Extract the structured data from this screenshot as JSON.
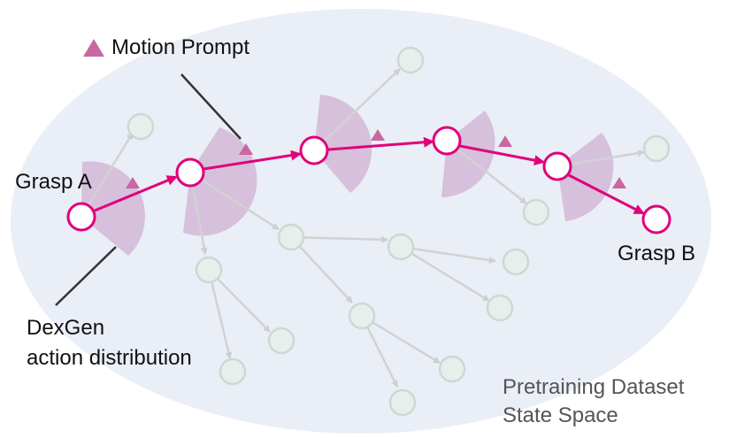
{
  "labels": {
    "grasp_a": "Grasp A",
    "grasp_b": "Grasp B",
    "motion_prompt": "Motion Prompt",
    "dexgen_line1": "DexGen",
    "dexgen_line2": "action distribution",
    "dataset_line1": "Pretraining Dataset",
    "dataset_line2": "State Space"
  },
  "colors": {
    "path": "#e0007a",
    "prompt": "#c967a3",
    "wedge": "#c49ac6",
    "region": "#eaeef6",
    "state_fill": "#e8eeec",
    "state_stroke": "#c9dad4",
    "branch": "#d2d2d2"
  }
}
